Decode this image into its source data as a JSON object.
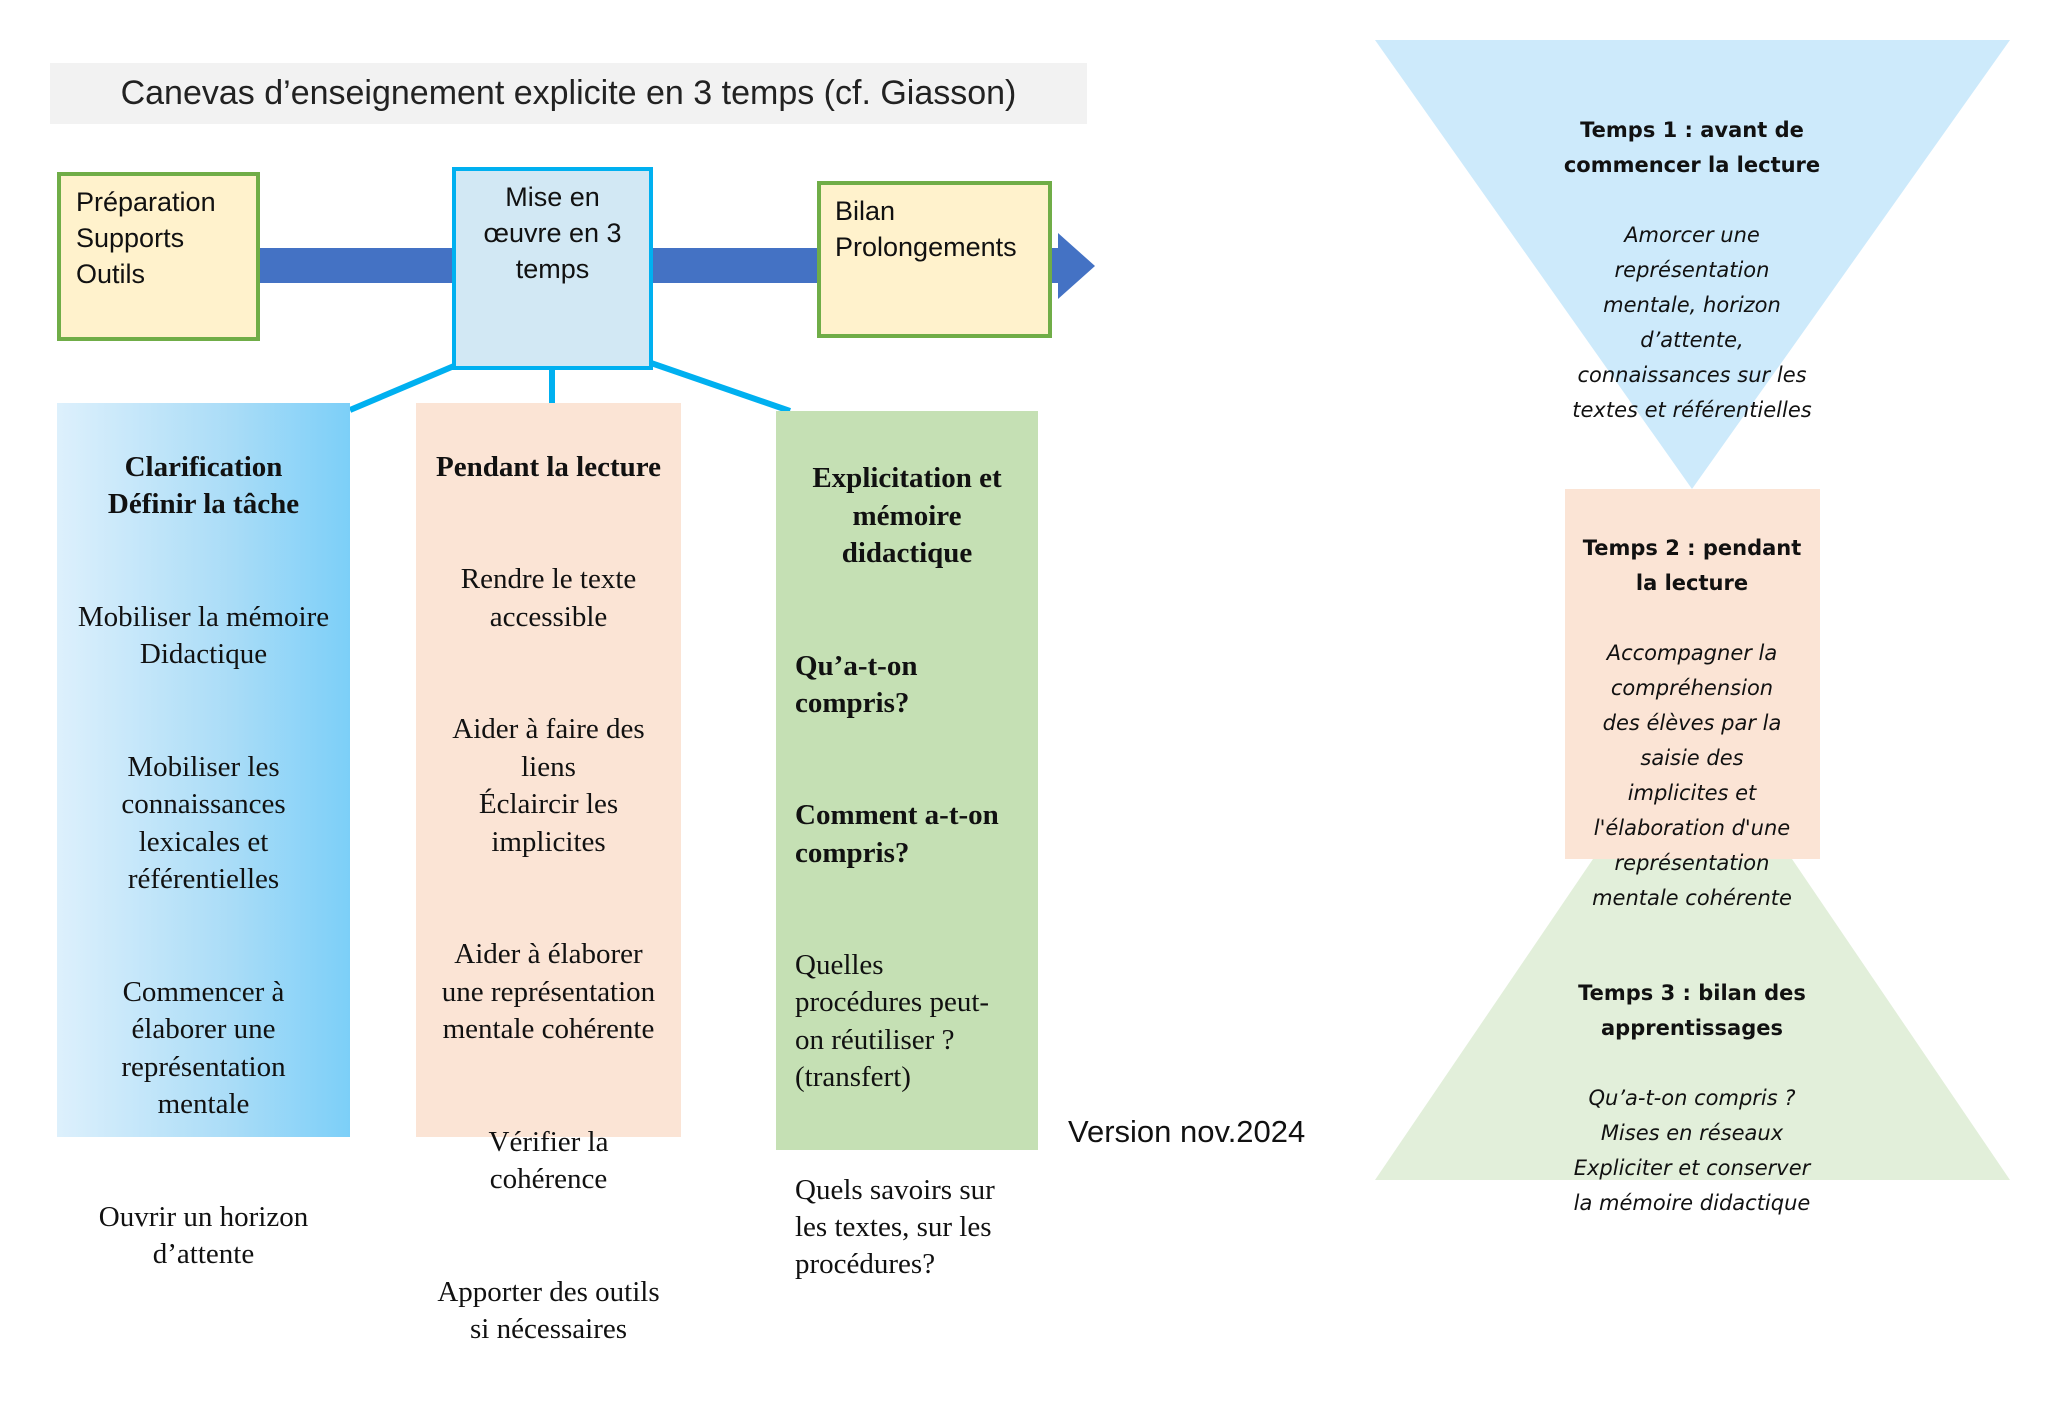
{
  "title": "Canevas d’enseignement explicite en 3 temps (cf. Giasson)",
  "timeline": {
    "preparation": "Préparation\nSupports\nOutils",
    "mise_en_oeuvre": "Mise en\nœuvre en 3\ntemps",
    "bilan": "Bilan\nProlongements"
  },
  "columns": {
    "clarification": {
      "heading": "Clarification\nDéfinir la tâche",
      "items": [
        "Mobiliser la mémoire\nDidactique",
        "Mobiliser les\nconnaissances\nlexicales et\nréférentielles",
        "Commencer à\nélaborer une\nreprésentation\nmentale",
        "Ouvrir un horizon\nd’attente"
      ]
    },
    "pendant": {
      "heading": "Pendant la lecture",
      "items": [
        "Rendre le texte\naccessible",
        "Aider à faire des\nliens\nÉclaircir les\nimplicites",
        "Aider à élaborer\nune représentation\nmentale cohérente",
        "Vérifier la\ncohérence",
        "Apporter des outils\nsi nécessaires"
      ]
    },
    "explicitation": {
      "heading": "Explicitation et\nmémoire\ndidactique",
      "questions_bold": [
        "Qu’a-t-on\ncompris?",
        "Comment a-t-on\ncompris?"
      ],
      "items": [
        "Quelles\nprocédures peut-\non réutiliser ?\n(transfert)",
        "Quels savoirs sur\nles textes, sur les\nprocédures?"
      ]
    }
  },
  "version": "Version nov.2024",
  "hourglass": {
    "temps1": {
      "heading": "Temps 1 : avant de\ncommencer la lecture",
      "text": "Amorcer une\nreprésentation\nmentale, horizon\nd’attente,\nconnaissances sur les\ntextes et référentielles"
    },
    "temps2": {
      "heading": "Temps 2 : pendant\nla lecture",
      "text": "Accompagner la\ncompréhension\ndes élèves par la\nsaisie des\nimplicites et\nl'élaboration d'une\nreprésentation\nmentale cohérente"
    },
    "temps3": {
      "heading": "Temps 3 : bilan des\napprentissages",
      "text": "Qu’a-t-on compris ?\nMises en réseaux\nExpliciter et conserver\nla mémoire didactique"
    }
  },
  "colors": {
    "arrow": "#4472c4",
    "connector": "#00b0f0",
    "green_border": "#70ad47",
    "temps1": "#cdeafb",
    "temps2": "#fbe4d5",
    "temps3": "#e2efda"
  }
}
